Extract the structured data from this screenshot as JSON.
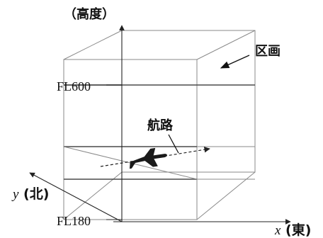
{
  "labels": {
    "altitude": "（高度）",
    "block": "区画",
    "flight_path": "航路",
    "fl600": "FL600",
    "fl180": "FL180",
    "y_var": "y",
    "y_dir": " (北)",
    "x_var": "x",
    "x_dir": " (東)"
  },
  "icons": {
    "aircraft": "airplane-icon"
  }
}
